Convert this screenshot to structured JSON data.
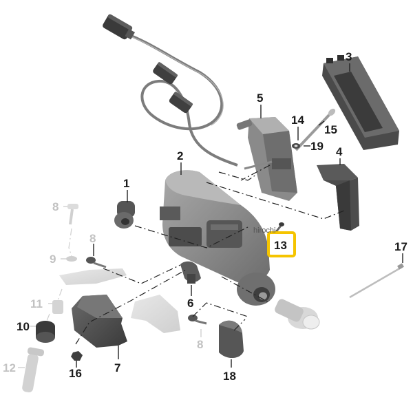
{
  "diagram": {
    "callouts": [
      "1",
      "2",
      "3",
      "4",
      "5",
      "6",
      "7",
      "8",
      "8",
      "8",
      "9",
      "10",
      "11",
      "12",
      "13",
      "14",
      "15",
      "16",
      "17",
      "18",
      "19"
    ],
    "highlight_color": "#f5c400",
    "watermark": "hirochi"
  }
}
